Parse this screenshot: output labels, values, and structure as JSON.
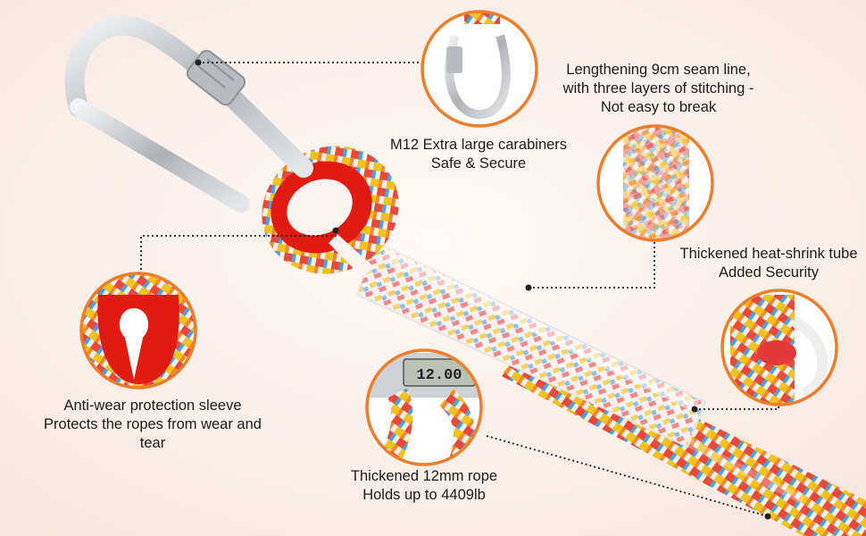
{
  "colors": {
    "accent_ring": "#ef7e2c",
    "sleeve_red": "#e01b12",
    "rope_white": "#f4f2f0",
    "rope_red": "#e4383a",
    "rope_blue": "#4aa2e6",
    "rope_yellow": "#f5c81e",
    "metal": "#c9ccd0"
  },
  "callouts": {
    "carabiner": {
      "line1": "M12 Extra large carabiners",
      "line2": "Safe & Secure",
      "icon": "carabiner-closeup"
    },
    "seam": {
      "line1": "Lengthening 9cm seam line,",
      "line2": "with three layers of stitching -",
      "line3": "Not easy to break",
      "icon": "stitching-closeup"
    },
    "shrink_tube": {
      "line1": "Thickened heat-shrink tube",
      "line2": "Added Security",
      "icon": "tube-closeup"
    },
    "sleeve": {
      "line1": "Anti-wear protection sleeve",
      "line2": "Protects the ropes from wear and",
      "line3": "tear",
      "icon": "sleeve-closeup"
    },
    "rope": {
      "line1": "Thickened 12mm rope",
      "line2": "Holds up to 4409lb",
      "icon": "caliper-closeup"
    }
  },
  "caliper": {
    "reading": "12.00"
  }
}
